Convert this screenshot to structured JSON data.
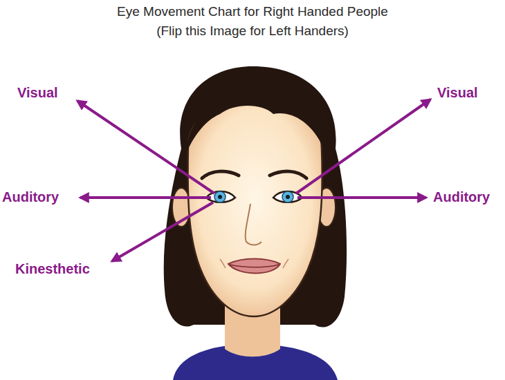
{
  "diagram": {
    "title": "Eye Movement Chart for Right Handed People",
    "labels": [
      "(Flip this Image for Left Handers)",
      "Visual",
      "Auditory",
      "Kinesthetic",
      "Visual",
      "Auditory"
    ]
  }
}
